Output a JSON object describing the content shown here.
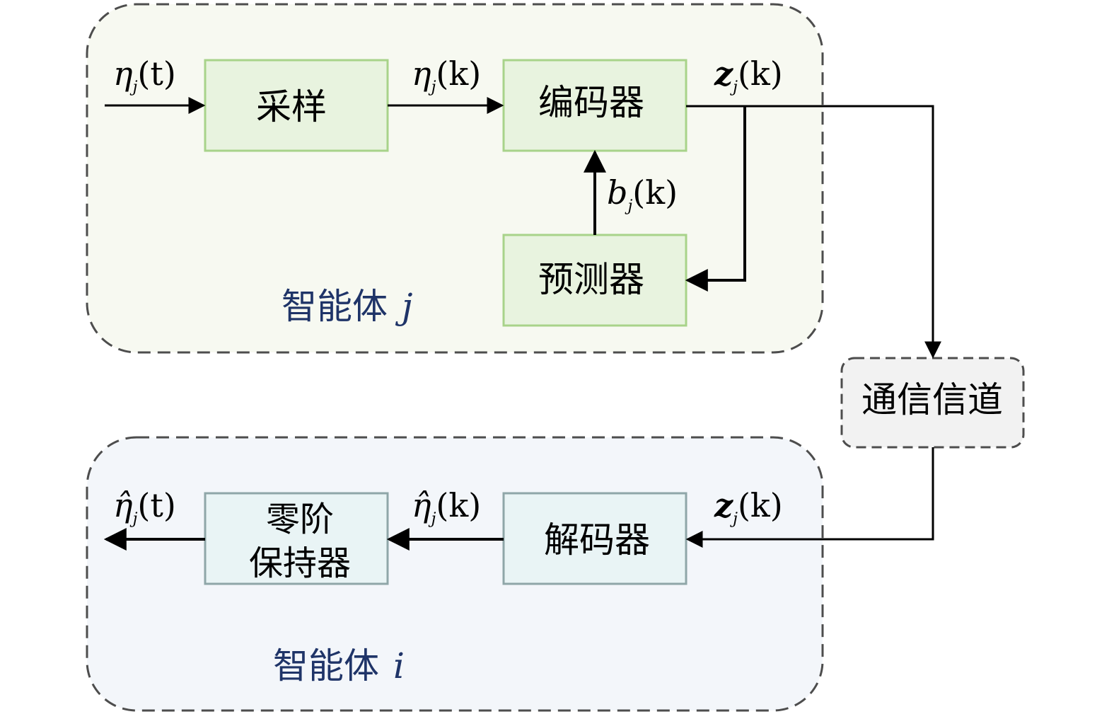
{
  "agent_j": {
    "title_text": "智能体",
    "title_symbol": "j",
    "title_color": "#1f3468",
    "fill_color": "#f7f9f1",
    "sample_block": {
      "label": "采样"
    },
    "encoder_block": {
      "label": "编码器"
    },
    "predictor_block": {
      "label": "预测器"
    },
    "block_fill": "#e8f3df",
    "block_border": "#a8d38a",
    "signal_input": {
      "base": "η",
      "sub": "j",
      "arg": "(t)"
    },
    "signal_sampled": {
      "base": "η",
      "sub": "j",
      "arg": "(k)"
    },
    "signal_encoded": {
      "base": "z",
      "sub": "j",
      "arg": "(k)"
    },
    "signal_prediction": {
      "base": "b",
      "sub": "j",
      "arg": "(k)"
    }
  },
  "channel": {
    "label": "通信信道",
    "fill_color": "#f2f2f2"
  },
  "agent_i": {
    "title_text": "智能体",
    "title_symbol": "i",
    "title_color": "#1f3468",
    "fill_color": "#f3f6fa",
    "decoder_block": {
      "label": "解码器"
    },
    "zoh_block": {
      "label_line1": "零阶",
      "label_line2": "保持器"
    },
    "block_fill": "#e9f4f5",
    "block_border": "#8fa6a8",
    "signal_received": {
      "base": "z",
      "sub": "j",
      "arg": "(k)"
    },
    "signal_estimate_k": {
      "base": "η̂",
      "sub": "j",
      "arg": "(k)"
    },
    "signal_estimate_t": {
      "base": "η̂",
      "sub": "j",
      "arg": "(t)"
    }
  },
  "line_color": "#000000",
  "dash_color": "#4d4d4d"
}
